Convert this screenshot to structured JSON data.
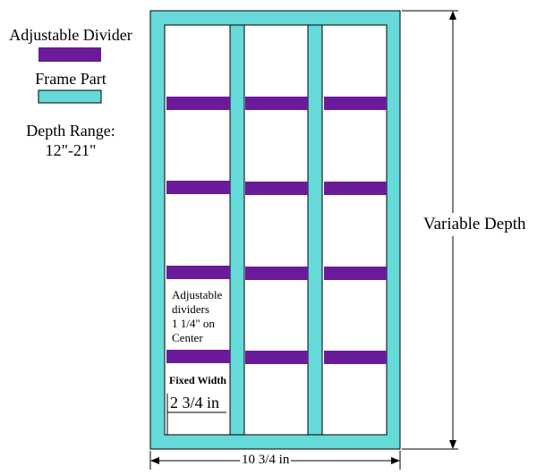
{
  "legend": {
    "divider_label": "Adjustable Divider",
    "frame_label": "Frame Part",
    "depth_range_title": "Depth Range:",
    "depth_range_value": "12\"-21\""
  },
  "colors": {
    "divider": "#6a1b9a",
    "frame": "#66d9d9",
    "frame_stroke": "#3a8f8f",
    "outline": "#000000"
  },
  "diagram": {
    "columns": 3,
    "divider_rows_per_column": 4,
    "note_lines": [
      "Adjustable",
      "dividers",
      "1 1/4\" on",
      "Center"
    ],
    "fixed_width_label": "Fixed Width",
    "fixed_width_value": "2 3/4 in",
    "depth_label": "Variable Depth",
    "width_label": "10 3/4 in"
  }
}
